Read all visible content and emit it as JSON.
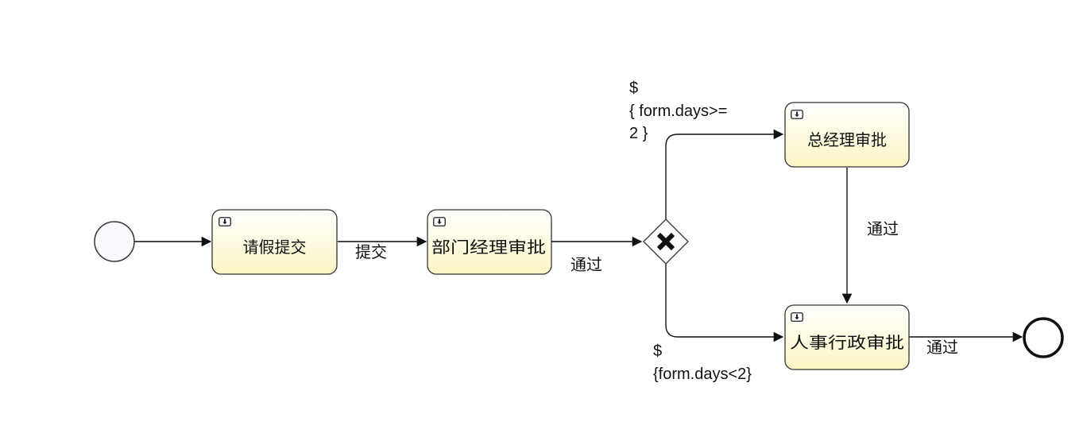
{
  "diagram": {
    "start_event": "start-event",
    "end_event": "end-event",
    "tasks": {
      "submit": "请假提交",
      "dept_manager": "部门经理审批",
      "general_manager": "总经理审批",
      "hr_admin": "人事行政审批"
    },
    "gateway": "exclusive-gateway",
    "flows": {
      "submit_to_dept": "提交",
      "dept_to_gateway": "通过",
      "gm_to_hr": "通过",
      "hr_to_end": "通过"
    },
    "conditions": {
      "gte2": [
        "$",
        "{ form.days>=",
        "2 }"
      ],
      "lt2": [
        "$",
        "{form.days<2}"
      ]
    }
  },
  "colors": {
    "task_fill_top": "#ffffff",
    "task_fill_bottom": "#fdf8cf",
    "stroke": "#222222"
  }
}
